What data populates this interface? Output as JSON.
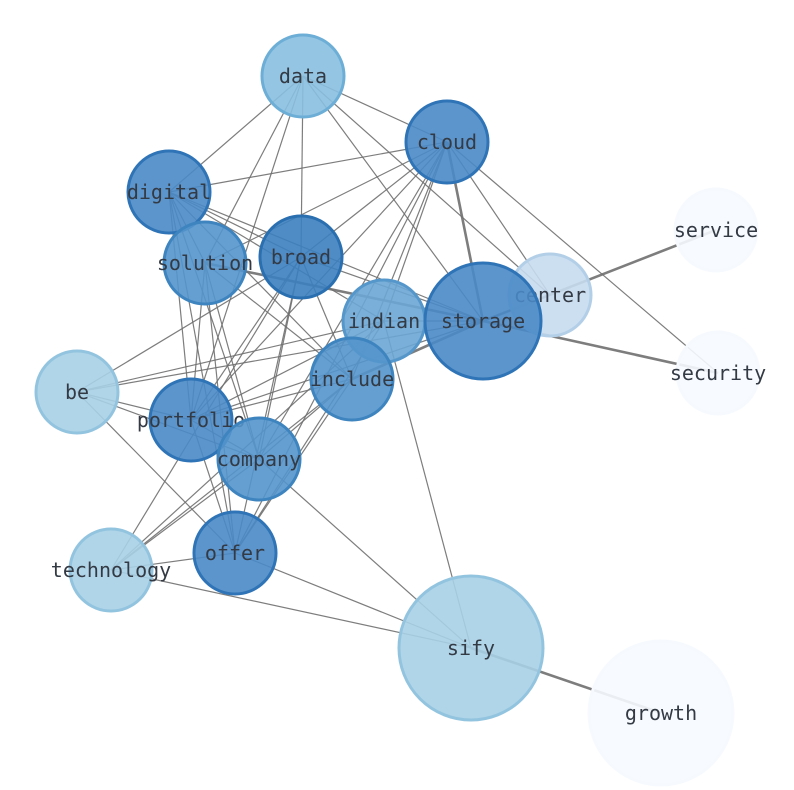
{
  "nodes": [
    {
      "id": "data",
      "label": "data",
      "fill": "#88bfe0",
      "stroke": "#6daed7"
    },
    {
      "id": "cloud",
      "label": "cloud",
      "fill": "#4a8ac6",
      "stroke": "#2f74b6"
    },
    {
      "id": "digital",
      "label": "digital",
      "fill": "#4a8ac6",
      "stroke": "#2f74b6"
    },
    {
      "id": "service",
      "label": "service",
      "fill": "#f6fafe",
      "stroke": "#f6fafe"
    },
    {
      "id": "broad",
      "label": "broad",
      "fill": "#3c7fc0",
      "stroke": "#2a6fb0"
    },
    {
      "id": "solution",
      "label": "solution",
      "fill": "#5495cc",
      "stroke": "#3e84bf"
    },
    {
      "id": "center",
      "label": "center",
      "fill": "#c7dcef",
      "stroke": "#b3cfe8"
    },
    {
      "id": "indian",
      "label": "indian",
      "fill": "#6aa6d4",
      "stroke": "#5597ca"
    },
    {
      "id": "storage",
      "label": "storage",
      "fill": "#4a8ac6",
      "stroke": "#2f74b6"
    },
    {
      "id": "security",
      "label": "security",
      "fill": "#f6fafe",
      "stroke": "#f6fafe"
    },
    {
      "id": "be",
      "label": "be",
      "fill": "#a7d0e6",
      "stroke": "#93c4df"
    },
    {
      "id": "include",
      "label": "include",
      "fill": "#5495cc",
      "stroke": "#3e84bf"
    },
    {
      "id": "portfolio",
      "label": "portfolio",
      "fill": "#4a8ac6",
      "stroke": "#2f74b6"
    },
    {
      "id": "company",
      "label": "company",
      "fill": "#5495cc",
      "stroke": "#3e84bf"
    },
    {
      "id": "offer",
      "label": "offer",
      "fill": "#4a8ac6",
      "stroke": "#2f74b6"
    },
    {
      "id": "technology",
      "label": "technology",
      "fill": "#a7d0e6",
      "stroke": "#93c4df"
    },
    {
      "id": "sify",
      "label": "sify",
      "fill": "#a7d0e6",
      "stroke": "#93c4df"
    },
    {
      "id": "growth",
      "label": "growth",
      "fill": "#f6fafe",
      "stroke": "#f6fafe"
    }
  ],
  "edges": [
    [
      "data",
      "digital"
    ],
    [
      "data",
      "solution"
    ],
    [
      "data",
      "broad"
    ],
    [
      "data",
      "cloud"
    ],
    [
      "data",
      "storage"
    ],
    [
      "data",
      "center"
    ],
    [
      "data",
      "portfolio"
    ],
    [
      "cloud",
      "digital"
    ],
    [
      "cloud",
      "solution"
    ],
    [
      "cloud",
      "broad"
    ],
    [
      "cloud",
      "storage"
    ],
    [
      "cloud",
      "center"
    ],
    [
      "cloud",
      "security"
    ],
    [
      "cloud",
      "indian"
    ],
    [
      "cloud",
      "include"
    ],
    [
      "cloud",
      "portfolio"
    ],
    [
      "cloud",
      "company"
    ],
    [
      "cloud",
      "offer"
    ],
    [
      "digital",
      "solution"
    ],
    [
      "digital",
      "broad"
    ],
    [
      "digital",
      "storage"
    ],
    [
      "digital",
      "indian"
    ],
    [
      "digital",
      "include"
    ],
    [
      "digital",
      "portfolio"
    ],
    [
      "digital",
      "company"
    ],
    [
      "digital",
      "offer"
    ],
    [
      "service",
      "storage"
    ],
    [
      "broad",
      "storage"
    ],
    [
      "broad",
      "portfolio"
    ],
    [
      "broad",
      "company"
    ],
    [
      "broad",
      "offer"
    ],
    [
      "broad",
      "be"
    ],
    [
      "broad",
      "technology"
    ],
    [
      "broad",
      "include"
    ],
    [
      "solution",
      "storage"
    ],
    [
      "solution",
      "portfolio"
    ],
    [
      "solution",
      "offer"
    ],
    [
      "solution",
      "company"
    ],
    [
      "solution",
      "include"
    ],
    [
      "center",
      "storage"
    ],
    [
      "indian",
      "storage"
    ],
    [
      "indian",
      "be"
    ],
    [
      "indian",
      "portfolio"
    ],
    [
      "indian",
      "offer"
    ],
    [
      "indian",
      "technology"
    ],
    [
      "indian",
      "sify"
    ],
    [
      "storage",
      "security"
    ],
    [
      "storage",
      "include"
    ],
    [
      "storage",
      "portfolio"
    ],
    [
      "storage",
      "be"
    ],
    [
      "be",
      "company"
    ],
    [
      "be",
      "offer"
    ],
    [
      "be",
      "portfolio"
    ],
    [
      "include",
      "portfolio"
    ],
    [
      "include",
      "company"
    ],
    [
      "include",
      "offer"
    ],
    [
      "include",
      "technology"
    ],
    [
      "portfolio",
      "company"
    ],
    [
      "portfolio",
      "offer"
    ],
    [
      "company",
      "sify"
    ],
    [
      "company",
      "technology"
    ],
    [
      "offer",
      "technology"
    ],
    [
      "offer",
      "sify"
    ],
    [
      "technology",
      "sify"
    ],
    [
      "sify",
      "growth"
    ]
  ],
  "heavy_edges": [
    [
      "cloud",
      "storage"
    ],
    [
      "service",
      "storage"
    ],
    [
      "storage",
      "security"
    ],
    [
      "sify",
      "growth"
    ],
    [
      "solution",
      "storage"
    ],
    [
      "storage",
      "include"
    ]
  ]
}
